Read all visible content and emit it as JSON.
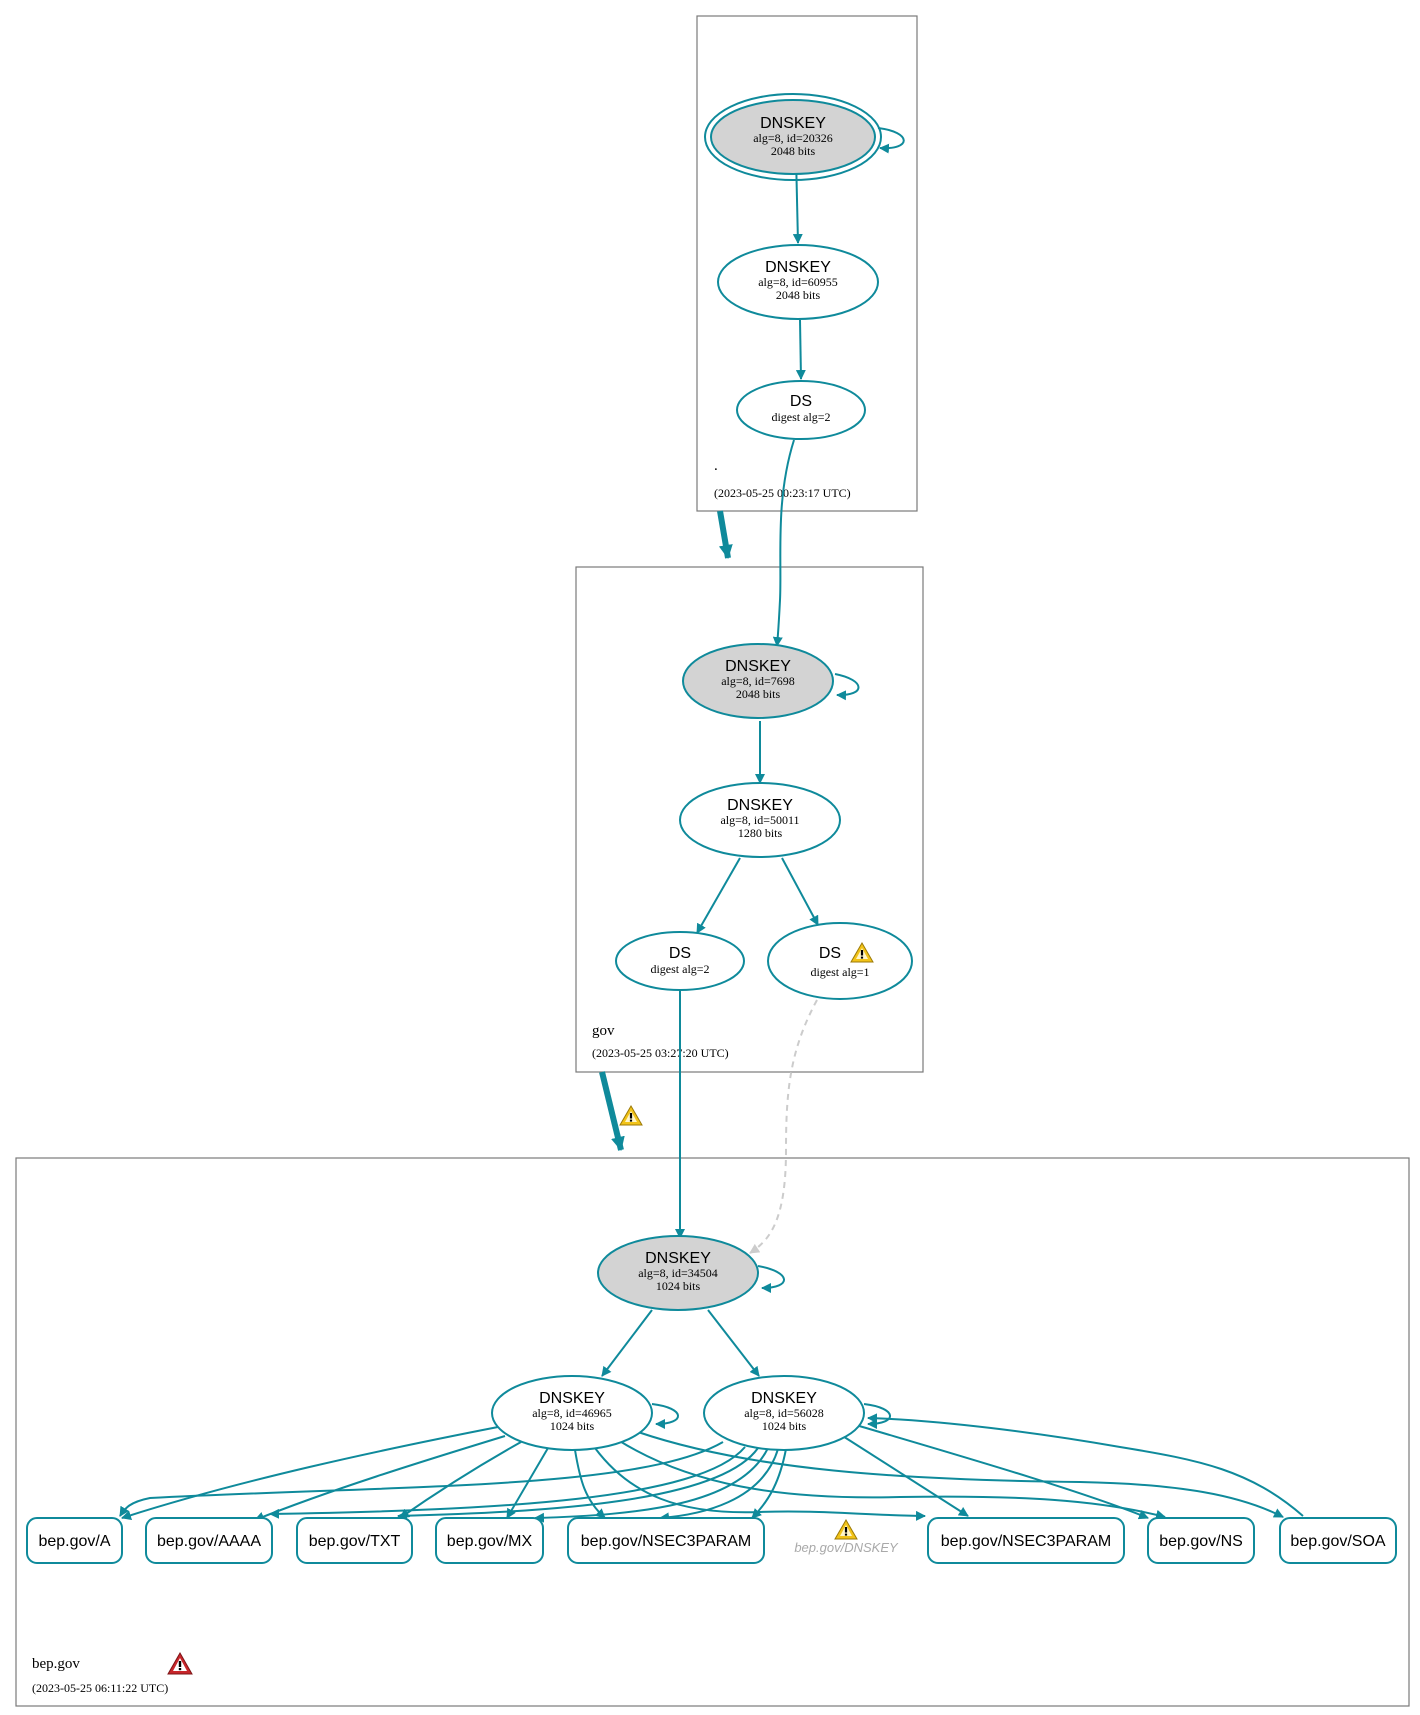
{
  "colors": {
    "edge": "#0f8a9b",
    "ksk_fill": "#d3d3d3",
    "warning_yellow": "#f2c318",
    "error_red": "#c8262b",
    "dashed_edge": "#cccccc",
    "zone_border": "#7a7a7a"
  },
  "zones": [
    {
      "id": "root",
      "label": ".",
      "timestamp": "(2023-05-25 00:23:17 UTC)"
    },
    {
      "id": "gov",
      "label": "gov",
      "timestamp": "(2023-05-25 03:27:20 UTC)"
    },
    {
      "id": "bepgov",
      "label": "bep.gov",
      "timestamp": "(2023-05-25 06:11:22 UTC)",
      "status_icon": "error-icon"
    }
  ],
  "nodes": {
    "root_ksk": {
      "title": "DNSKEY",
      "lines": [
        "alg=8, id=20326",
        "2048 bits"
      ]
    },
    "root_zsk": {
      "title": "DNSKEY",
      "lines": [
        "alg=8, id=60955",
        "2048 bits"
      ]
    },
    "root_ds": {
      "title": "DS",
      "lines": [
        "digest alg=2"
      ]
    },
    "gov_ksk": {
      "title": "DNSKEY",
      "lines": [
        "alg=8, id=7698",
        "2048 bits"
      ]
    },
    "gov_zsk": {
      "title": "DNSKEY",
      "lines": [
        "alg=8, id=50011",
        "1280 bits"
      ]
    },
    "gov_ds2": {
      "title": "DS",
      "lines": [
        "digest alg=2"
      ]
    },
    "gov_ds1": {
      "title": "DS",
      "lines": [
        "digest alg=1"
      ],
      "status_icon": "warning-icon"
    },
    "bep_ksk": {
      "title": "DNSKEY",
      "lines": [
        "alg=8, id=34504",
        "1024 bits"
      ]
    },
    "bep_zsk1": {
      "title": "DNSKEY",
      "lines": [
        "alg=8, id=46965",
        "1024 bits"
      ]
    },
    "bep_zsk2": {
      "title": "DNSKEY",
      "lines": [
        "alg=8, id=56028",
        "1024 bits"
      ]
    }
  },
  "rrsets": [
    {
      "id": "a",
      "label": "bep.gov/A"
    },
    {
      "id": "aaaa",
      "label": "bep.gov/AAAA"
    },
    {
      "id": "txt",
      "label": "bep.gov/TXT"
    },
    {
      "id": "mx",
      "label": "bep.gov/MX"
    },
    {
      "id": "nsec3a",
      "label": "bep.gov/NSEC3PARAM"
    },
    {
      "id": "nsec3b",
      "label": "bep.gov/NSEC3PARAM"
    },
    {
      "id": "ns",
      "label": "bep.gov/NS"
    },
    {
      "id": "soa",
      "label": "bep.gov/SOA"
    }
  ],
  "ghost": {
    "label": "bep.gov/DNSKEY",
    "status_icon": "warning-icon"
  },
  "delegation_warning": "warning-icon"
}
